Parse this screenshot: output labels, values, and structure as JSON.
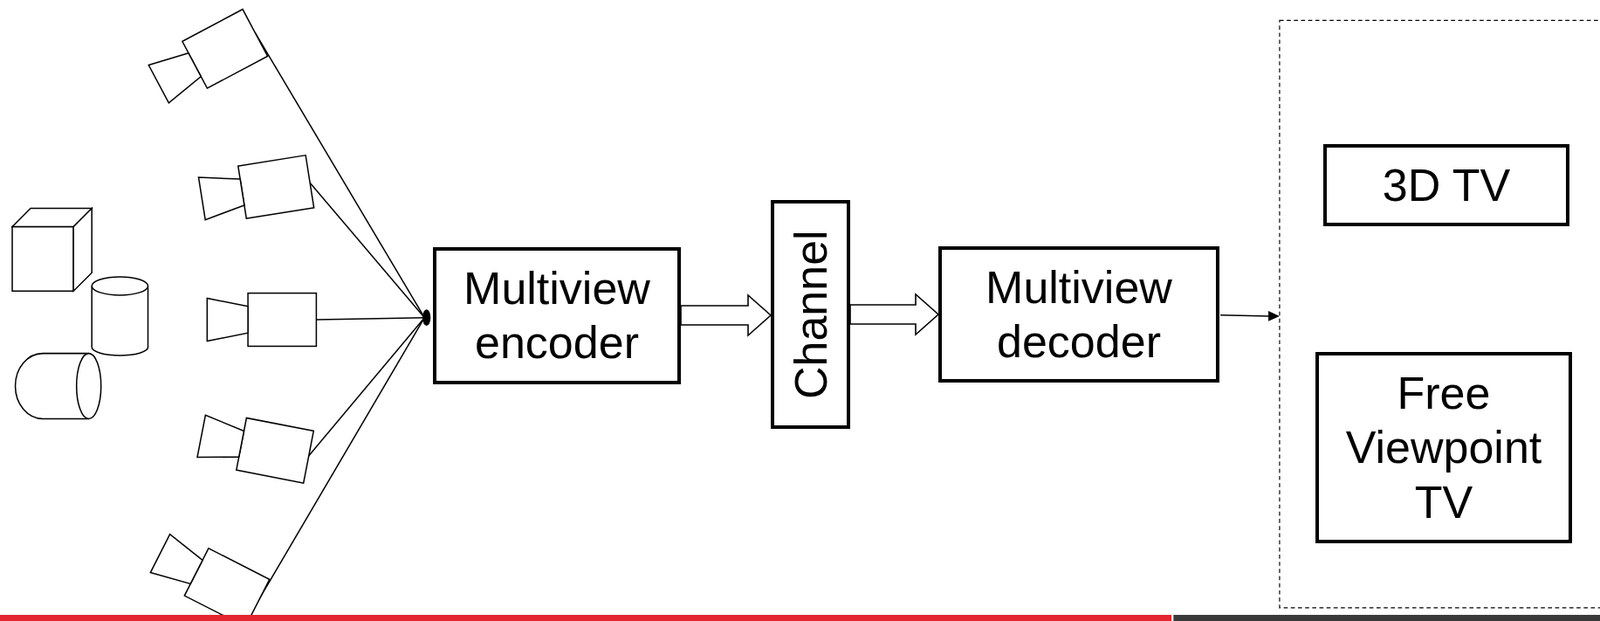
{
  "diagram": {
    "nodes": [
      {
        "text": [
          "Multiview encoder"
        ]
      },
      {
        "text": [
          "Channel"
        ]
      },
      {
        "text": [
          "Multiview decoder"
        ]
      },
      {
        "text": [
          "3D TV"
        ]
      },
      {
        "text": [
          "Free Viewpoint TV"
        ]
      }
    ],
    "edges": [
      {
        "from": 0,
        "to": 1,
        "arrow": "to"
      },
      {
        "from": 1,
        "to": 2,
        "arrow": "to"
      }
    ]
  }
}
